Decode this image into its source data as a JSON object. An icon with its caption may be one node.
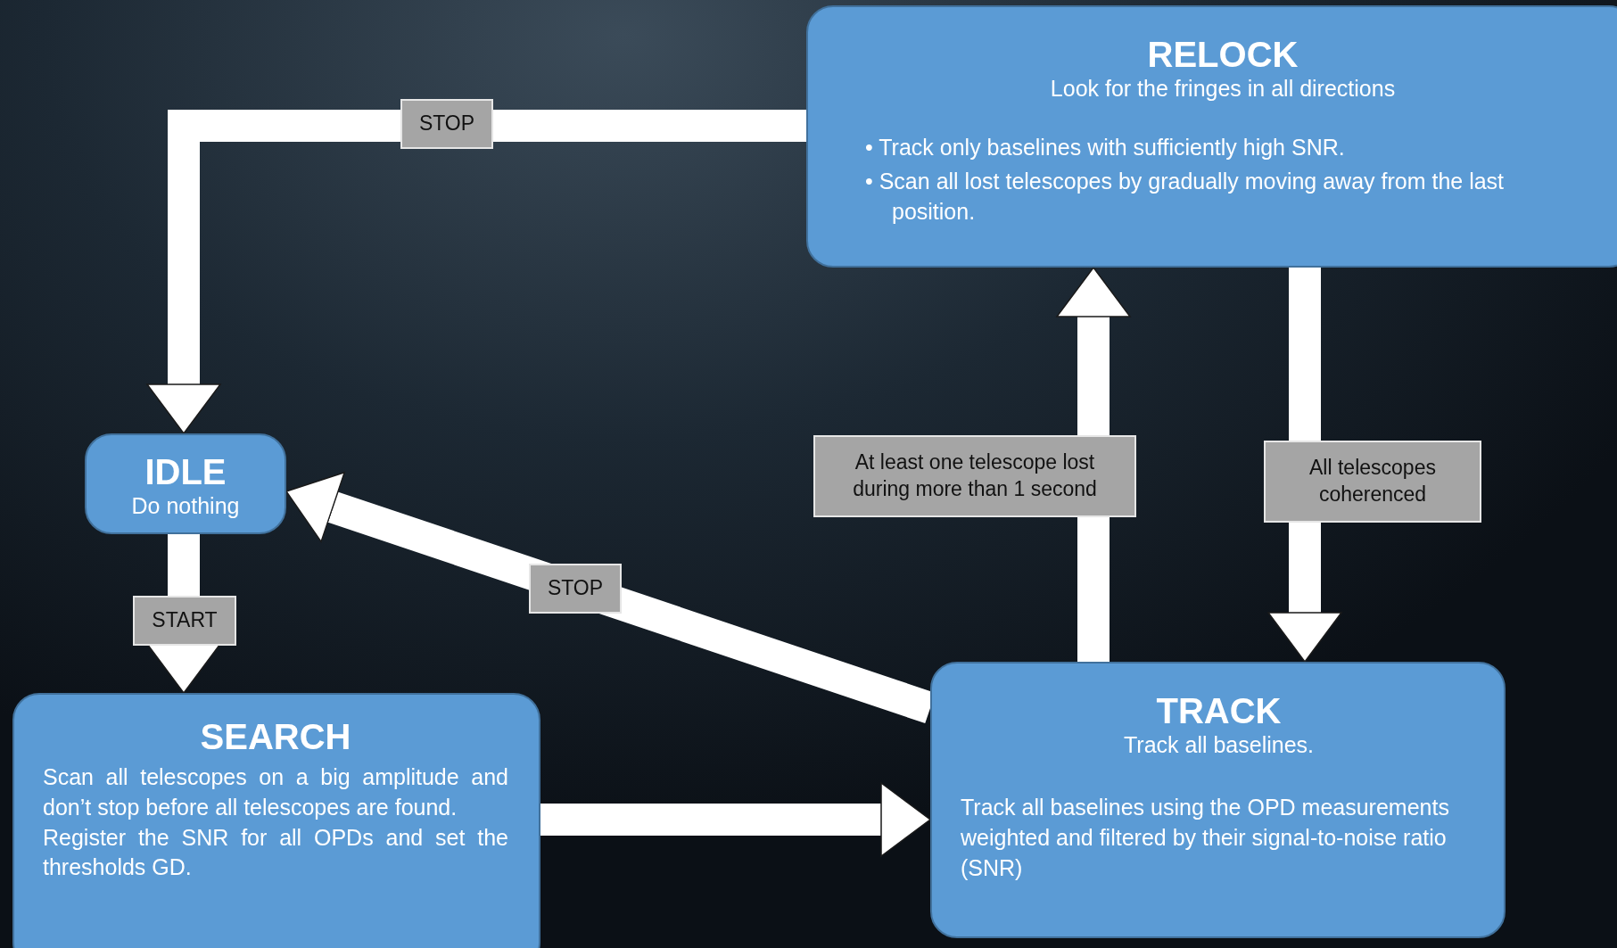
{
  "diagram": {
    "nodes": [
      {
        "text": [
          "IDLE",
          "Do nothing"
        ]
      },
      {
        "text": [
          "RELOCK",
          "Look for the fringes in all directions",
          "• Track only baselines with sufficiently high SNR.",
          "• Scan all lost telescopes by gradually moving away from the last position."
        ]
      },
      {
        "text": [
          "SEARCH",
          "Scan all telescopes on a big amplitude and don’t stop before all telescopes are found.",
          "Register the SNR for all OPDs and set the thresholds GD."
        ]
      },
      {
        "text": [
          "TRACK",
          "Track all baselines.",
          "Track all baselines using the OPD measurements weighted and filtered by their signal-to-noise ratio (SNR)"
        ]
      }
    ],
    "edges": [
      {
        "from": 1,
        "to": 0,
        "arrow": "to",
        "label": "STOP"
      },
      {
        "from": 0,
        "to": 2,
        "arrow": "to",
        "label": "START"
      },
      {
        "from": 2,
        "to": 3,
        "arrow": "to"
      },
      {
        "from": 3,
        "to": 0,
        "arrow": "to",
        "label": "STOP"
      },
      {
        "from": 3,
        "to": 1,
        "arrow": "to",
        "label": "At least one telescope lost during more than 1 second"
      },
      {
        "from": 1,
        "to": 3,
        "arrow": "to",
        "label": "All telescopes coherenced"
      }
    ]
  }
}
